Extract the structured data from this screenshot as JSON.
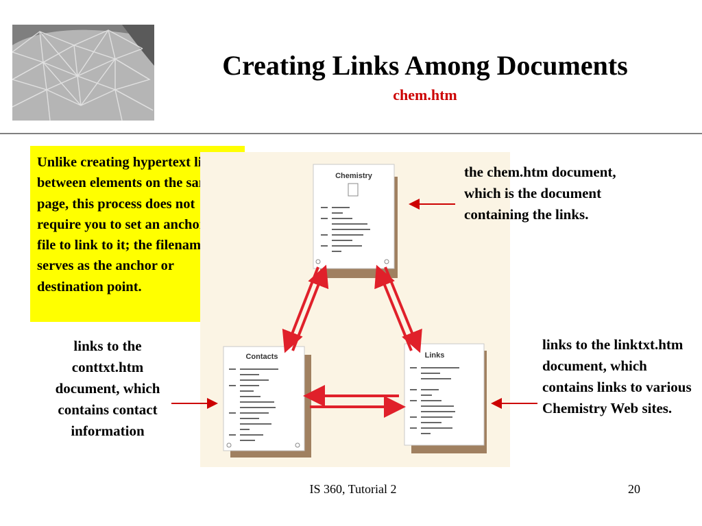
{
  "slide": {
    "title": "Creating Links Among Documents",
    "subtitle": "chem.htm"
  },
  "callout": {
    "text": "Unlike creating hypertext links between elements on the same page, this process does not require you to set an anchor in a file to link to it; the filename serves as the anchor or destination point."
  },
  "diagram": {
    "docs": {
      "chemistry": {
        "title": "Chemistry"
      },
      "contacts": {
        "title": "Contacts"
      },
      "links": {
        "title": "Links"
      }
    },
    "colors": {
      "arrow": "#e0202a",
      "shadow": "#a08060",
      "background": "#fbf4e4"
    }
  },
  "notes": {
    "chem": "the chem.htm document, which is the document containing the links.",
    "contacts": "links to the conttxt.htm document, which contains contact information",
    "links": "links to the linktxt.htm document, which contains links to various Chemistry Web sites."
  },
  "footer": {
    "course": "IS 360, Tutorial 2",
    "page": "20"
  }
}
